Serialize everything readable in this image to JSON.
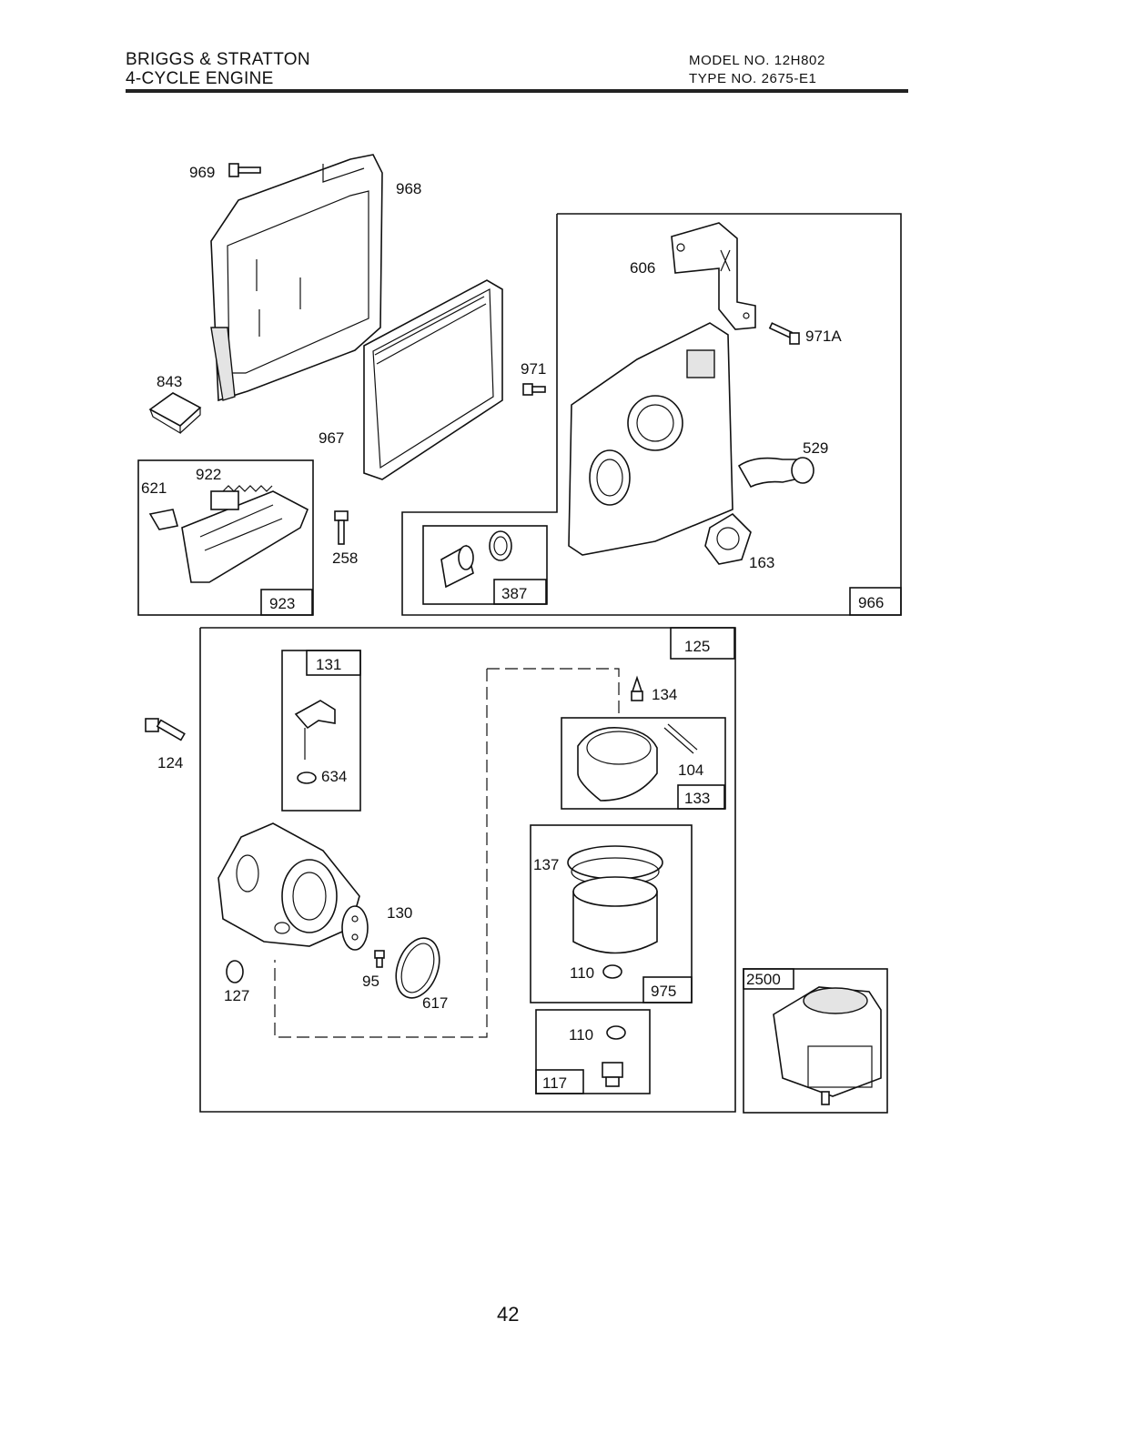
{
  "header": {
    "brand": "BRIGGS & STRATTON",
    "engine": "4-CYCLE ENGINE",
    "model": "MODEL NO. 12H802",
    "type": "TYPE NO. 2675-E1"
  },
  "page_number": "42",
  "callouts": {
    "p969": "969",
    "p968": "968",
    "p843": "843",
    "p967": "967",
    "p971": "971",
    "p606": "606",
    "p971a": "971A",
    "p529": "529",
    "p163": "163",
    "p621": "621",
    "p922": "922",
    "p258": "258",
    "p124": "124",
    "p134": "134",
    "p104": "104",
    "p137": "137",
    "p110a": "110",
    "p110b": "110",
    "p130": "130",
    "p127": "127",
    "p95": "95",
    "p617": "617",
    "p634": "634"
  },
  "kit_boxes": {
    "b923": "923",
    "b387": "387",
    "b966": "966",
    "b125": "125",
    "b131": "131",
    "b133": "133",
    "b975": "975",
    "b117": "117",
    "b2500": "2500"
  }
}
